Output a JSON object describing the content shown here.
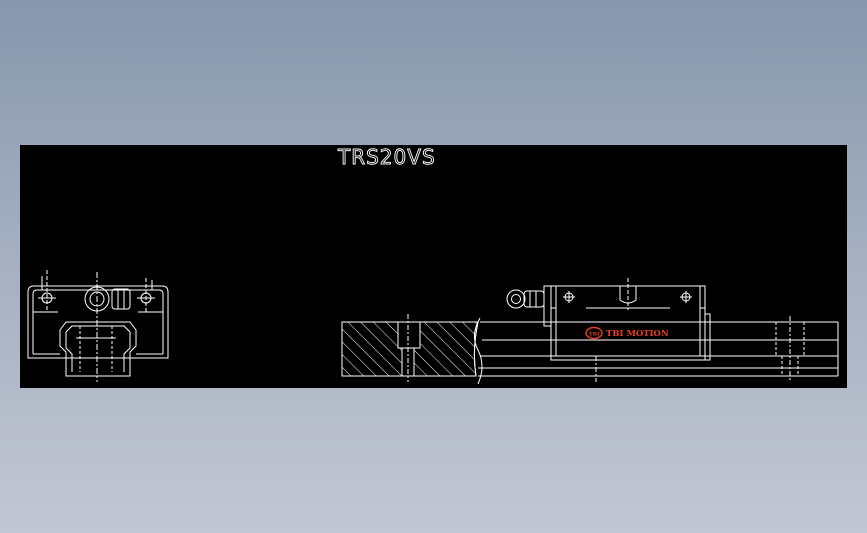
{
  "drawing": {
    "title": "TRS20VS",
    "logo_mark": "TBI",
    "logo_text": "TBI MOTION"
  },
  "colors": {
    "background_top": "#8797ac",
    "background_bottom": "#c2c7d3",
    "canvas": "#000000",
    "line": "#ffffff",
    "logo": "#e8401c"
  }
}
